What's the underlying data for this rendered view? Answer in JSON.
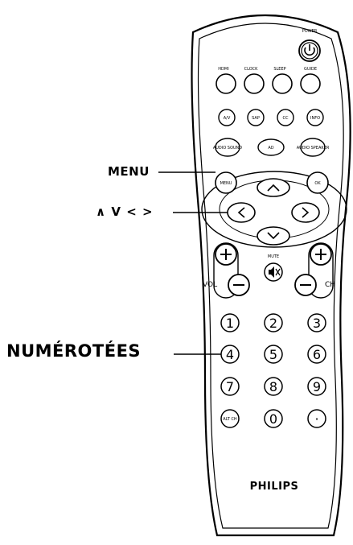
{
  "callouts": {
    "menu": "MENU",
    "navigation": "∧ V < >",
    "numbered": "NUMÉROTÉES"
  },
  "remote": {
    "power_label": "POWER",
    "top_row": [
      "HDMI",
      "CLOCK",
      "SLEEP",
      "GUIDE"
    ],
    "second_row": [
      "A/V",
      "SAP",
      "CC",
      "INFO"
    ],
    "third_row": [
      "AUDIO SOUND",
      "AD",
      "AUDIO SPEAKER"
    ],
    "menu_button": "MENU",
    "ok_button": "OK",
    "mute_label": "MUTE",
    "vol_label": "VOL",
    "ch_label": "CH",
    "keypad": [
      "1",
      "2",
      "3",
      "4",
      "5",
      "6",
      "7",
      "8",
      "9"
    ],
    "alt_ch": "ALT CH",
    "zero": "0",
    "dot": "·",
    "brand": "PHILIPS"
  }
}
